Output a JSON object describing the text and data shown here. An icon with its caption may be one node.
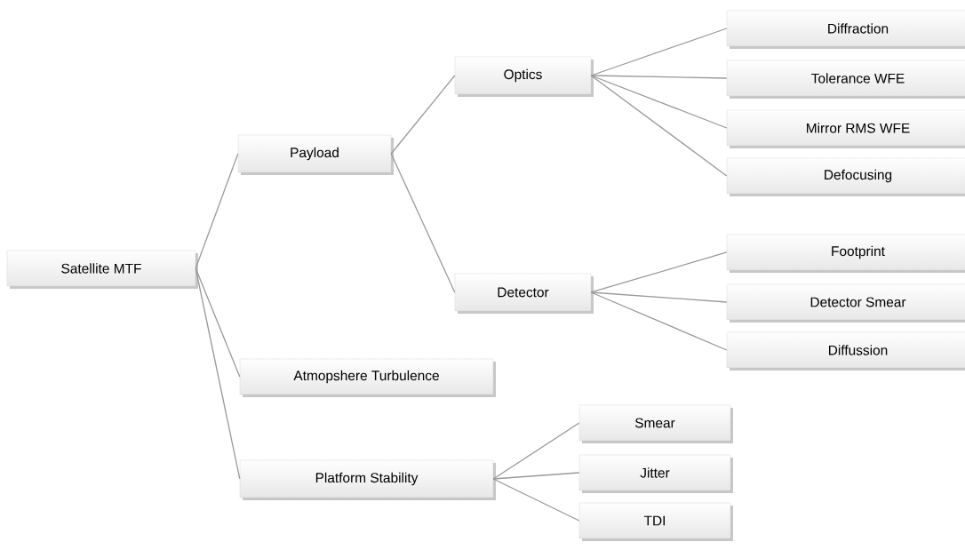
{
  "diagram": {
    "nodes": [
      {
        "text": [
          "Satellite MTF"
        ]
      },
      {
        "text": [
          "Payload"
        ]
      },
      {
        "text": [
          "Optics"
        ]
      },
      {
        "text": [
          "Diffraction"
        ]
      },
      {
        "text": [
          "Tolerance WFE"
        ]
      },
      {
        "text": [
          "Mirror RMS WFE"
        ]
      },
      {
        "text": [
          "Defocusing"
        ]
      },
      {
        "text": [
          "Detector"
        ]
      },
      {
        "text": [
          "Footprint"
        ]
      },
      {
        "text": [
          "Detector Smear"
        ]
      },
      {
        "text": [
          "Diffussion"
        ]
      },
      {
        "text": [
          "Atmopshere Turbulence"
        ]
      },
      {
        "text": [
          "Platform Stability"
        ]
      },
      {
        "text": [
          "Smear"
        ]
      },
      {
        "text": [
          "Jitter"
        ]
      },
      {
        "text": [
          "TDI"
        ]
      }
    ],
    "edges": [
      {
        "from": 0,
        "to": 1,
        "arrow": "none"
      },
      {
        "from": 1,
        "to": 2,
        "arrow": "none"
      },
      {
        "from": 2,
        "to": 3,
        "arrow": "none"
      },
      {
        "from": 2,
        "to": 4,
        "arrow": "none"
      },
      {
        "from": 2,
        "to": 5,
        "arrow": "none"
      },
      {
        "from": 2,
        "to": 6,
        "arrow": "none"
      },
      {
        "from": 1,
        "to": 7,
        "arrow": "none"
      },
      {
        "from": 7,
        "to": 8,
        "arrow": "none"
      },
      {
        "from": 7,
        "to": 9,
        "arrow": "none"
      },
      {
        "from": 7,
        "to": 10,
        "arrow": "none"
      },
      {
        "from": 0,
        "to": 11,
        "arrow": "none"
      },
      {
        "from": 0,
        "to": 12,
        "arrow": "none"
      },
      {
        "from": 12,
        "to": 13,
        "arrow": "none"
      },
      {
        "from": 12,
        "to": 14,
        "arrow": "none"
      },
      {
        "from": 12,
        "to": 15,
        "arrow": "none"
      }
    ]
  }
}
